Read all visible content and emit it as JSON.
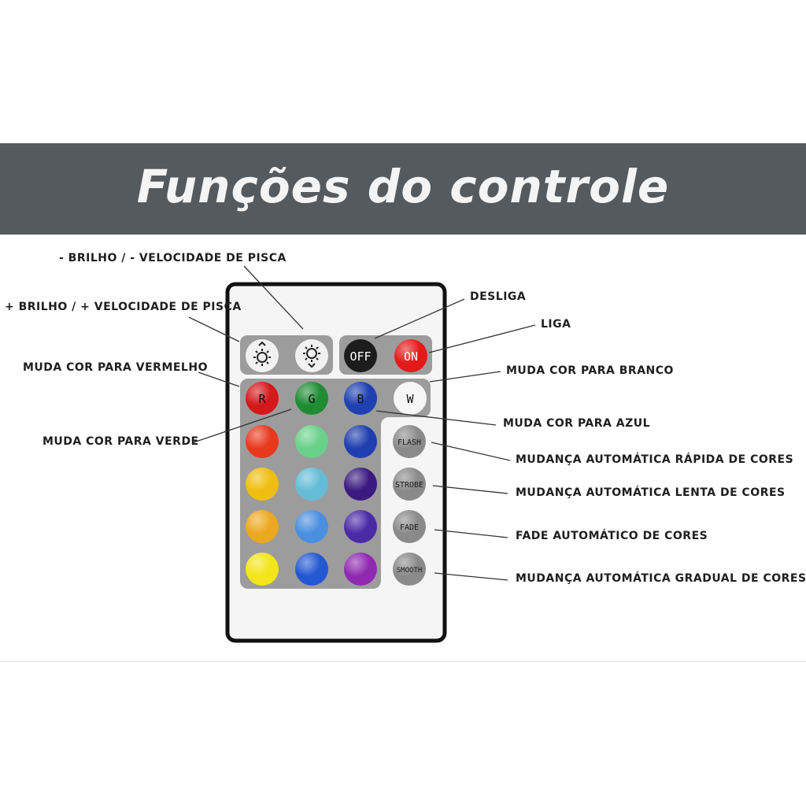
{
  "header": {
    "title": "Funções do controle"
  },
  "labels": {
    "brightness_down": "- BRILHO / - VELOCIDADE DE PISCA",
    "brightness_up": "+ BRILHO / + VELOCIDADE DE PISCA",
    "off": "DESLIGA",
    "on": "LIGA",
    "red": "MUDA COR PARA VERMELHO",
    "white": "MUDA COR PARA BRANCO",
    "green": "MUDA COR PARA VERDE",
    "blue": "MUDA COR PARA AZUL",
    "flash": "MUDANÇA AUTOMÁTICA RÁPIDA DE CORES",
    "strobe": "MUDANÇA AUTOMÁTICA LENTA DE CORES",
    "fade": "FADE AUTOMÁTICO DE CORES",
    "smooth": "MUDANÇA AUTOMÁTICA GRADUAL DE CORES"
  },
  "remote": {
    "buttons": {
      "brightness_up_icon": "brightness-up-icon",
      "brightness_down_icon": "brightness-down-icon",
      "off": "OFF",
      "on": "ON",
      "r": "R",
      "g": "G",
      "b": "B",
      "w": "W",
      "flash": "FLASH",
      "strobe": "STROBE",
      "fade": "FADE",
      "smooth": "SMOOTH"
    },
    "color_grid": [
      [
        "#e8391d",
        "#6ad18a",
        "#1f3fae"
      ],
      [
        "#f0be10",
        "#64bcd6",
        "#3b1a80"
      ],
      [
        "#eba91f",
        "#4a8fe0",
        "#4b2aa6"
      ],
      [
        "#f3e51a",
        "#2358d2",
        "#8f2ab0"
      ]
    ],
    "colors": {
      "r": "#d4181c",
      "g": "#1f8c34",
      "b": "#1e40b0",
      "w": "#f6f6f6",
      "off": "#1c1c1c",
      "on": "#e41a1a",
      "mode": "#8a8a8a",
      "panel": "#9e9e9e"
    }
  }
}
